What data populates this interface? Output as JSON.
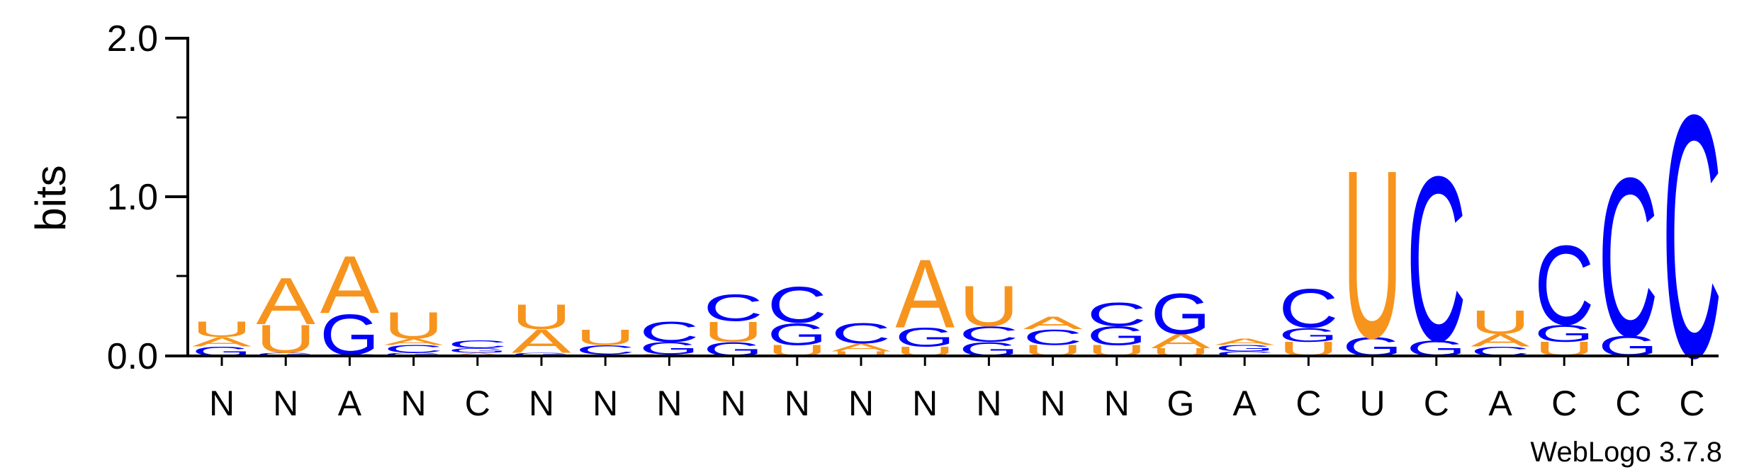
{
  "chart_data": {
    "type": "sequence-logo",
    "ylabel": "bits",
    "ylim": [
      0,
      2.0
    ],
    "yticks": [
      "0.0",
      "1.0",
      "2.0"
    ],
    "xticks": [
      "N",
      "N",
      "A",
      "N",
      "C",
      "N",
      "N",
      "N",
      "N",
      "N",
      "N",
      "N",
      "N",
      "N",
      "N",
      "G",
      "A",
      "C",
      "U",
      "C",
      "A",
      "C",
      "C",
      "C"
    ],
    "colors": {
      "A": "#f7941d",
      "U": "#f7941d",
      "C": "#0000ff",
      "G": "#0000ff"
    },
    "positions": [
      [
        [
          "G",
          0.06
        ],
        [
          "A",
          0.06
        ],
        [
          "U",
          0.1
        ]
      ],
      [
        [
          "G",
          0.02
        ],
        [
          "U",
          0.18
        ],
        [
          "A",
          0.3
        ]
      ],
      [
        [
          "C",
          0.01
        ],
        [
          "G",
          0.26
        ],
        [
          "A",
          0.37
        ]
      ],
      [
        [
          "G",
          0.02
        ],
        [
          "C",
          0.05
        ],
        [
          "A",
          0.04
        ],
        [
          "U",
          0.17
        ]
      ],
      [
        [
          "A",
          0.02
        ],
        [
          "G",
          0.03
        ],
        [
          "C",
          0.05
        ]
      ],
      [
        [
          "G",
          0.02
        ],
        [
          "A",
          0.15
        ],
        [
          "U",
          0.16
        ]
      ],
      [
        [
          "G",
          0.01
        ],
        [
          "C",
          0.06
        ],
        [
          "U",
          0.1
        ]
      ],
      [
        [
          "U",
          0.01
        ],
        [
          "G",
          0.08
        ],
        [
          "C",
          0.13
        ]
      ],
      [
        [
          "G",
          0.09
        ],
        [
          "U",
          0.13
        ],
        [
          "C",
          0.17
        ]
      ],
      [
        [
          "U",
          0.07
        ],
        [
          "G",
          0.14
        ],
        [
          "C",
          0.23
        ]
      ],
      [
        [
          "U",
          0.03
        ],
        [
          "A",
          0.05
        ],
        [
          "C",
          0.13
        ]
      ],
      [
        [
          "U",
          0.06
        ],
        [
          "G",
          0.12
        ],
        [
          "A",
          0.44
        ]
      ],
      [
        [
          "G",
          0.09
        ],
        [
          "C",
          0.1
        ],
        [
          "U",
          0.26
        ]
      ],
      [
        [
          "U",
          0.07
        ],
        [
          "C",
          0.1
        ],
        [
          "A",
          0.08
        ]
      ],
      [
        [
          "U",
          0.07
        ],
        [
          "G",
          0.12
        ],
        [
          "C",
          0.15
        ]
      ],
      [
        [
          "U",
          0.05
        ],
        [
          "A",
          0.09
        ],
        [
          "G",
          0.26
        ]
      ],
      [
        [
          "C",
          0.03
        ],
        [
          "G",
          0.04
        ],
        [
          "A",
          0.04
        ]
      ],
      [
        [
          "U",
          0.09
        ],
        [
          "G",
          0.09
        ],
        [
          "C",
          0.25
        ]
      ],
      [
        [
          "G",
          0.12
        ],
        [
          "U",
          1.08
        ]
      ],
      [
        [
          "G",
          0.1
        ],
        [
          "C",
          1.06
        ]
      ],
      [
        [
          "C",
          0.06
        ],
        [
          "A",
          0.08
        ],
        [
          "U",
          0.15
        ]
      ],
      [
        [
          "U",
          0.09
        ],
        [
          "G",
          0.11
        ],
        [
          "C",
          0.51
        ]
      ],
      [
        [
          "G",
          0.13
        ],
        [
          "C",
          1.02
        ]
      ],
      [
        [
          "C",
          1.56
        ]
      ]
    ]
  },
  "footer": {
    "version_label": "WebLogo 3.7.8"
  }
}
